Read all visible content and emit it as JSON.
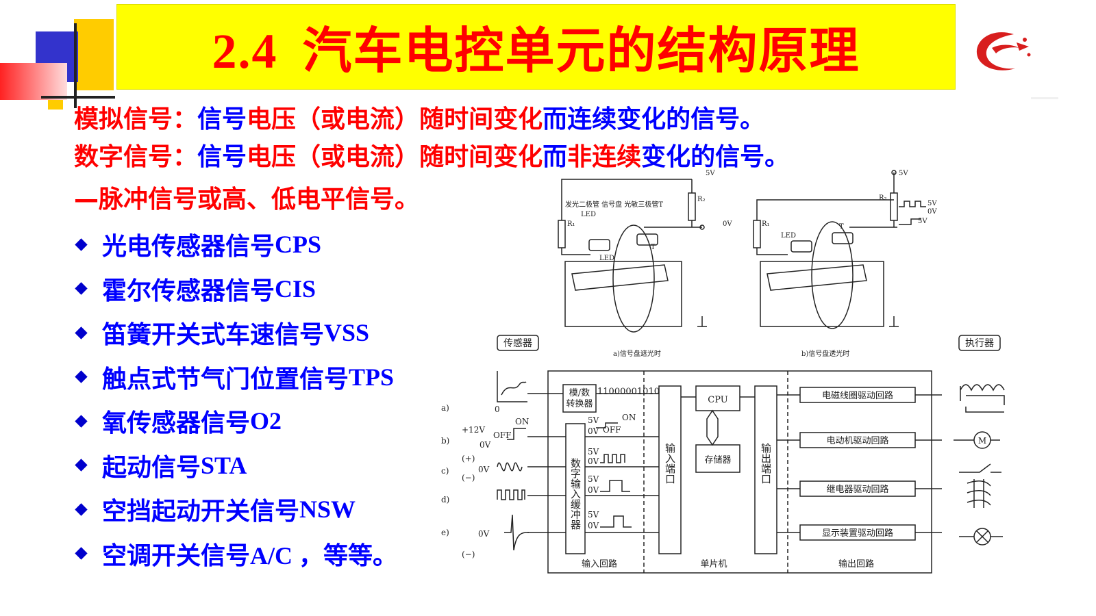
{
  "title": {
    "number": "2.4",
    "text": "汽车电控单元的结构原理"
  },
  "definitions": {
    "analog": [
      {
        "t": "模拟信号：",
        "c": "red"
      },
      {
        "t": "信号",
        "c": "blue"
      },
      {
        "t": "电压（或",
        "c": "red"
      },
      {
        "t": "电流",
        "c": "red"
      },
      {
        "t": "）随时间变化",
        "c": "red"
      },
      {
        "t": "而",
        "c": "blue"
      },
      {
        "t": "连续",
        "c": "blue"
      },
      {
        "t": "变化的信号。",
        "c": "blue"
      }
    ],
    "digital": [
      {
        "t": "数字信号：",
        "c": "red"
      },
      {
        "t": "信号",
        "c": "blue"
      },
      {
        "t": "电压（或",
        "c": "red"
      },
      {
        "t": "电流",
        "c": "red"
      },
      {
        "t": "）随时间变化",
        "c": "red"
      },
      {
        "t": "而",
        "c": "blue"
      },
      {
        "t": "非连续",
        "c": "red"
      },
      {
        "t": "变化的信号。",
        "c": "blue"
      }
    ],
    "pulse": "—脉冲信号或高、低电平信号。"
  },
  "bullets": [
    {
      "cn": "光电传感器信号",
      "code": "CPS"
    },
    {
      "cn": "霍尔传感器信号",
      "code": "CIS"
    },
    {
      "cn": "笛簧开关式车速信号",
      "code": "VSS"
    },
    {
      "cn": "触点式节气门位置信号",
      "code": "TPS"
    },
    {
      "cn": "氧传感器信号",
      "code": "O2"
    },
    {
      "cn": "起动信号",
      "code": "STA"
    },
    {
      "cn": "空挡起动开关信号",
      "code": "NSW"
    },
    {
      "cn": "空调开关信号",
      "code": "A/C ，等等。"
    }
  ],
  "diagram": {
    "sensor_box": "传感器",
    "actuator_box": "执行器",
    "top_left_labels": "发光二极管 信号盘 光敏三极管T",
    "led": "LED",
    "r1": "R₁",
    "r2": "R₂",
    "t_label": "T",
    "v5": "5V",
    "v0": "0V",
    "caption_left": "a)信号盘遮光时",
    "caption_right": "b)信号盘透光时",
    "adc": "模/数转换器",
    "adc_line1": "模/数",
    "adc_line2": "转换器",
    "bits": "11000001010",
    "cpu": "CPU",
    "memory": "存储器",
    "input_port": "输入端口",
    "output_port": "输出端口",
    "digital_buffer": "数字输入缓冲器",
    "input_circuit": "输入回路",
    "mcu": "单片机",
    "output_circuit": "输出回路",
    "drivers": [
      "电磁线圈驱动回路",
      "电动机驱动回路",
      "继电器驱动回路",
      "显示装置驱动回路"
    ],
    "row_labels": [
      "a)",
      "b)",
      "c)",
      "d)",
      "e)"
    ],
    "plus12": "+12V",
    "on": "ON",
    "off": "OFF",
    "plus": "(+)",
    "minus": "(−)",
    "zero": "0",
    "motor": "M"
  },
  "colors": {
    "title_bg": "#ffff00",
    "title_text": "#ff0000",
    "blue_text": "#0000ff",
    "deco_blue": "#3333cc",
    "deco_yellow": "#ffcc00"
  }
}
